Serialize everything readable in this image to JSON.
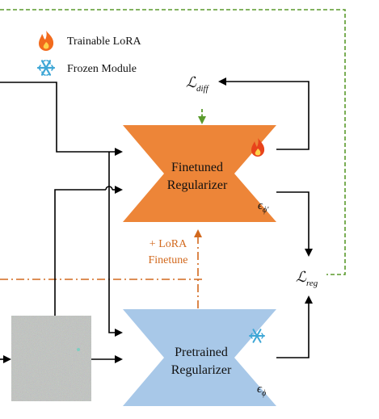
{
  "legend": {
    "trainable_label": "Trainable LoRA",
    "frozen_label": "Frozen Module",
    "trainable_icon": "flame-icon",
    "frozen_icon": "snowflake-icon"
  },
  "finetuned": {
    "line1": "Finetuned",
    "line2": "Regularizer",
    "eps_base": "ϵ",
    "eps_sub": "ϕ'",
    "color": "#ed8538"
  },
  "pretrained": {
    "line1": "Pretrained",
    "line2": "Regularizer",
    "eps_base": "ϵ",
    "eps_sub": "ϕ",
    "color": "#a8c8e8"
  },
  "losses": {
    "diff_base": "ℒ",
    "diff_sub": "diff",
    "reg_base": "ℒ",
    "reg_sub": "reg"
  },
  "annotation": {
    "line1": "+ LoRA",
    "line2": "Finetune",
    "color": "#d2691e"
  },
  "colors": {
    "green_dashed": "#5a9a2c",
    "arrow": "#000000",
    "flame": "#f26b1d",
    "snowflake": "#3fa7d6"
  }
}
